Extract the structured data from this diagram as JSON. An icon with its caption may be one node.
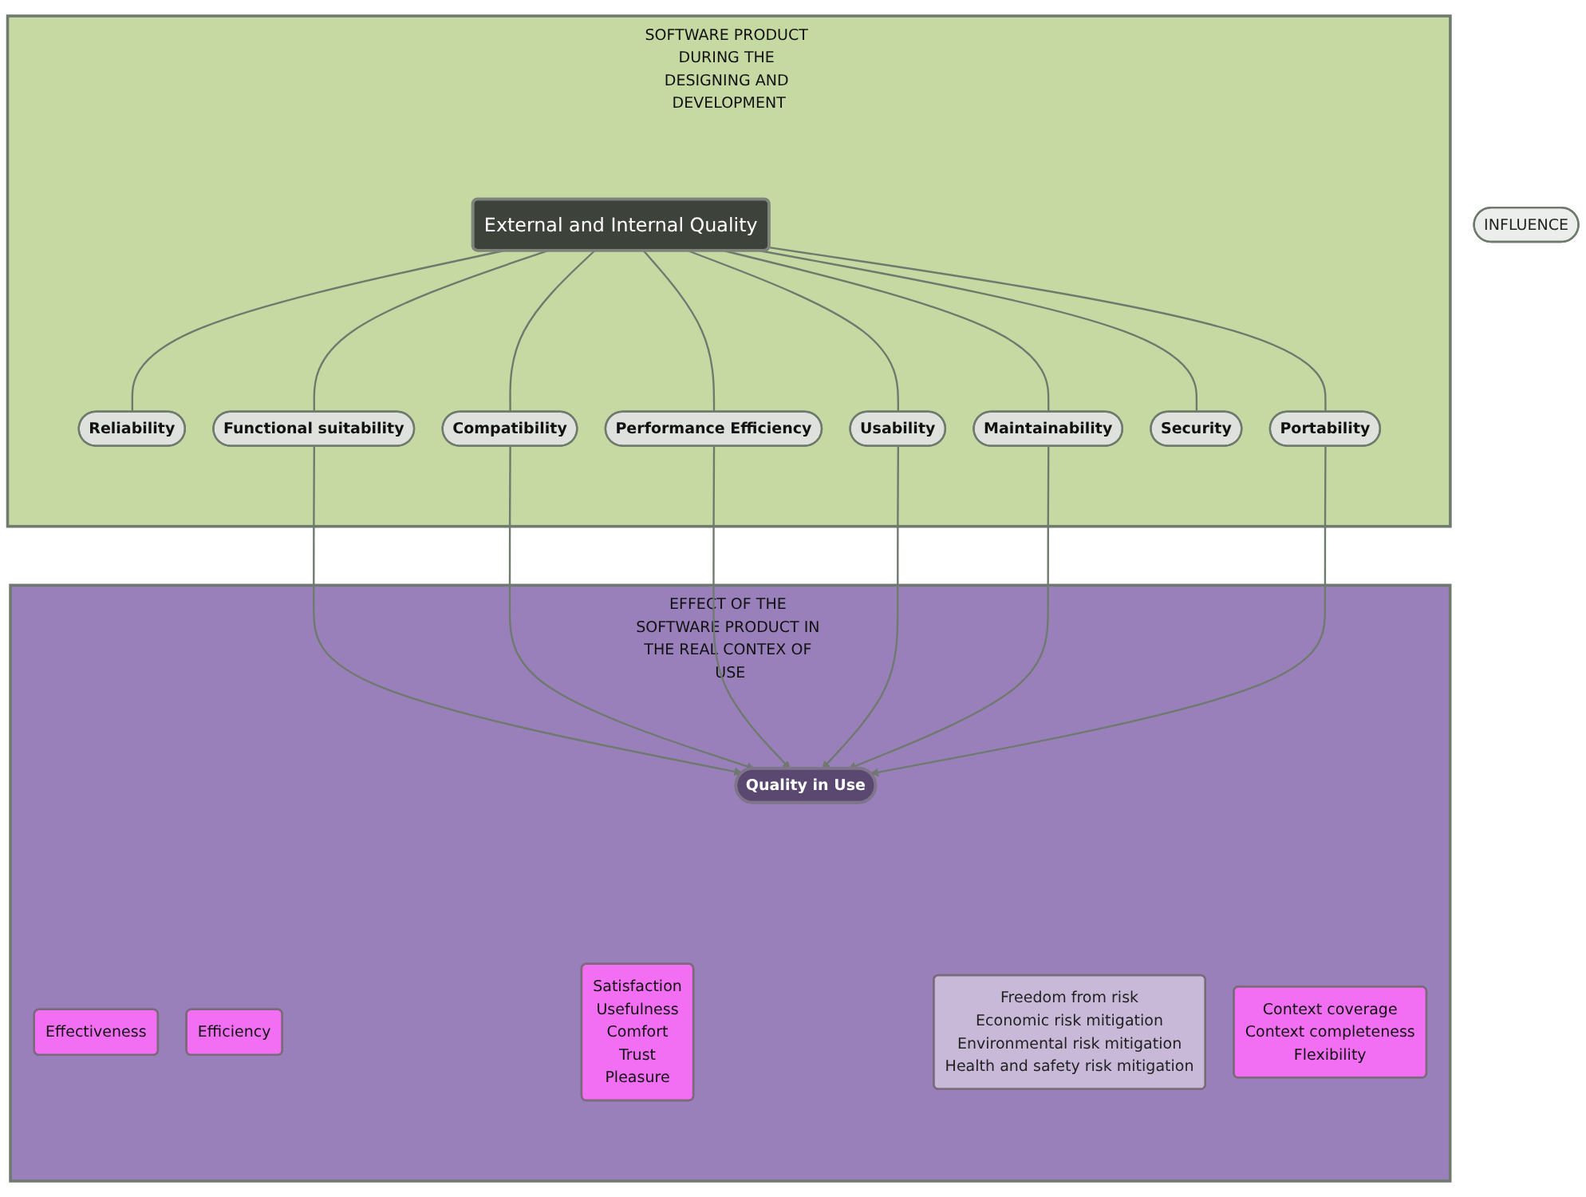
{
  "diagram": {
    "nodes": [
      {
        "text": [
          "SOFTWARE PRODUCT DURING THE DESIGNING AND DEVELOPMENT"
        ]
      },
      {
        "text": [
          "External and Internal Quality"
        ],
        "in": 0
      },
      {
        "text": [
          "Reliability"
        ],
        "in": 0
      },
      {
        "text": [
          "Functional suitability"
        ],
        "in": 0
      },
      {
        "text": [
          "Compatibility"
        ],
        "in": 0
      },
      {
        "text": [
          "Performance Efficiency"
        ],
        "in": 0
      },
      {
        "text": [
          "Usability"
        ],
        "in": 0
      },
      {
        "text": [
          "Maintainability"
        ],
        "in": 0
      },
      {
        "text": [
          "Security"
        ],
        "in": 0
      },
      {
        "text": [
          "Portability"
        ],
        "in": 0
      },
      {
        "text": [
          "INFLUENCE"
        ]
      },
      {
        "text": [
          "EFFECT OF THE SOFTWARE PRODUCT IN THE REAL CONTEX OF USE"
        ]
      },
      {
        "text": [
          "Quality in Use"
        ],
        "in": 11
      },
      {
        "text": [
          "Effectiveness"
        ],
        "in": 11
      },
      {
        "text": [
          "Efficiency"
        ],
        "in": 11
      },
      {
        "text": [
          "Satisfaction",
          "Usefulness",
          "Comfort",
          "Trust",
          "Pleasure"
        ],
        "in": 11
      },
      {
        "text": [
          "Freedom from risk",
          "Economic risk mitigation",
          "Environmental risk mitigation",
          "Health and safety risk mitigation"
        ],
        "in": 11
      },
      {
        "text": [
          "Context coverage",
          "Context completeness",
          "Flexibility"
        ],
        "in": 11
      }
    ],
    "edges": [
      {
        "from": 1,
        "to": 2,
        "arrow": "none"
      },
      {
        "from": 1,
        "to": 3,
        "arrow": "none"
      },
      {
        "from": 1,
        "to": 4,
        "arrow": "none"
      },
      {
        "from": 1,
        "to": 5,
        "arrow": "none"
      },
      {
        "from": 1,
        "to": 6,
        "arrow": "none"
      },
      {
        "from": 1,
        "to": 7,
        "arrow": "none"
      },
      {
        "from": 1,
        "to": 9,
        "arrow": "none"
      },
      {
        "from": 1,
        "to": 8,
        "arrow": "none"
      },
      {
        "from": 3,
        "to": 12,
        "arrow": "to"
      },
      {
        "from": 4,
        "to": 12,
        "arrow": "to"
      },
      {
        "from": 5,
        "to": 12,
        "arrow": "to"
      },
      {
        "from": 6,
        "to": 12,
        "arrow": "to"
      },
      {
        "from": 7,
        "to": 12,
        "arrow": "to"
      },
      {
        "from": 9,
        "to": 12,
        "arrow": "to"
      }
    ]
  }
}
